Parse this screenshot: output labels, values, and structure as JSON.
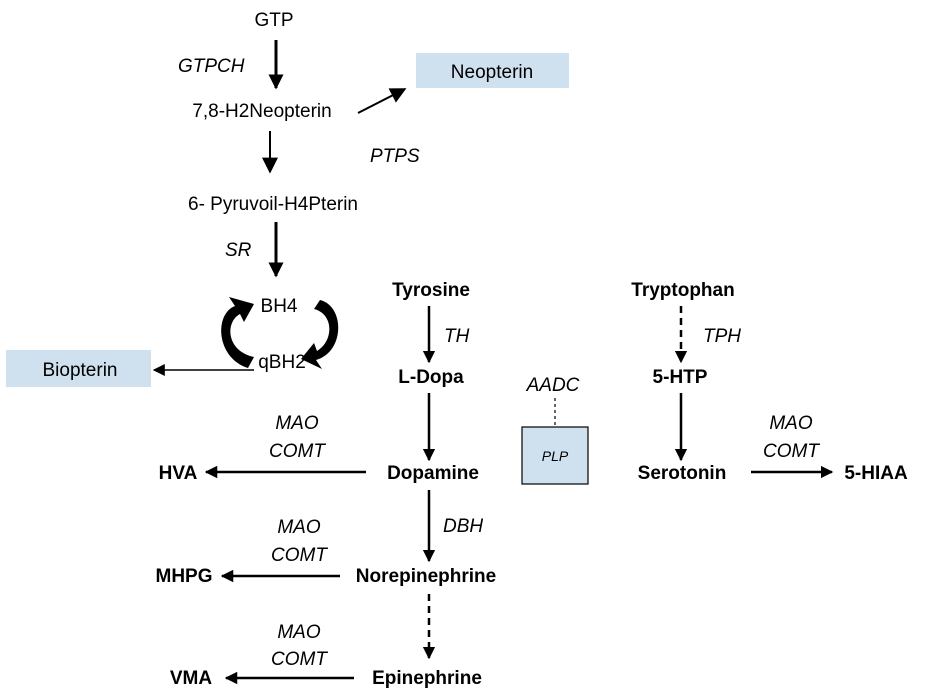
{
  "pteridine": {
    "gtp": "GTP",
    "gtpch": "GTPCH",
    "h2neopterin": "7,8-H2Neopterin",
    "neopterin": "Neopterin",
    "ptps": "PTPS",
    "pyruvoil": "6- Pyruvoil-H4Pterin",
    "sr": "SR",
    "bh4": "BH4",
    "qbh2": "qBH2",
    "biopterin": "Biopterin"
  },
  "catecholamine": {
    "tyrosine": "Tyrosine",
    "th": "TH",
    "ldopa": "L-Dopa",
    "dopamine": "Dopamine",
    "dbh": "DBH",
    "norepinephrine": "Norepinephrine",
    "epinephrine": "Epinephrine",
    "hva": "HVA",
    "mhpg": "MHPG",
    "vma": "VMA",
    "mao": "MAO",
    "comt": "COMT"
  },
  "cofactor": {
    "aadc": "AADC",
    "plp": "PLP"
  },
  "serotonin": {
    "tryptophan": "Tryptophan",
    "tph": "TPH",
    "htp": "5-HTP",
    "serotonin": "Serotonin",
    "hiaa": "5-HIAA",
    "mao": "MAO",
    "comt": "COMT"
  }
}
